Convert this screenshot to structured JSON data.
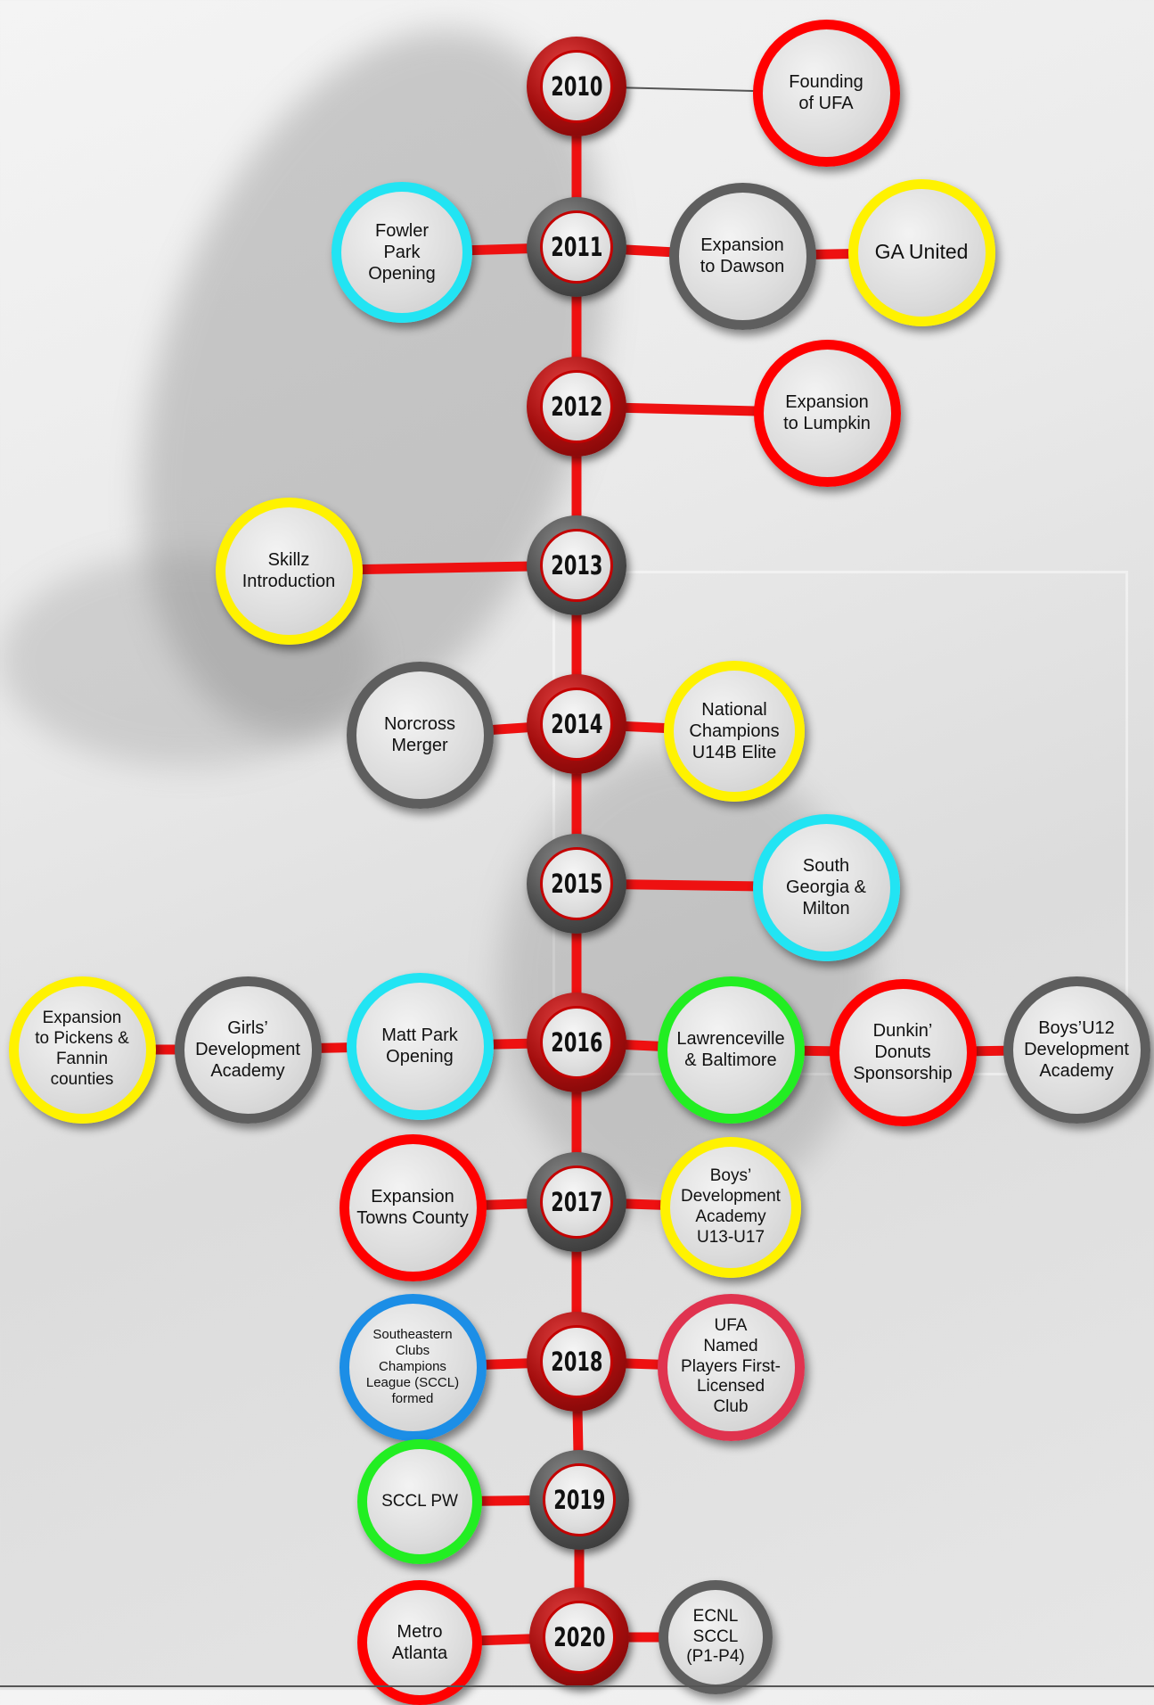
{
  "colors": {
    "red": "#ff0000",
    "gray": "#5e5e5e",
    "yellow": "#fff200",
    "cyan": "#22e4f3",
    "green": "#22ee22",
    "blue": "#1c8ee6",
    "pink": "#e0334f",
    "connector": "#ee1111",
    "thin_connector": "#555555"
  },
  "years": [
    {
      "label": "2010",
      "ring": "red"
    },
    {
      "label": "2011",
      "ring": "gray"
    },
    {
      "label": "2012",
      "ring": "red"
    },
    {
      "label": "2013",
      "ring": "gray"
    },
    {
      "label": "2014",
      "ring": "red"
    },
    {
      "label": "2015",
      "ring": "gray"
    },
    {
      "label": "2016",
      "ring": "red"
    },
    {
      "label": "2017",
      "ring": "gray"
    },
    {
      "label": "2018",
      "ring": "red"
    },
    {
      "label": "2019",
      "ring": "gray"
    },
    {
      "label": "2020",
      "ring": "red"
    }
  ],
  "events": [
    {
      "year": "2010",
      "side": "right",
      "slot": 1,
      "text": "Founding\nof UFA",
      "color": "red"
    },
    {
      "year": "2011",
      "side": "left",
      "slot": 1,
      "text": "Fowler\nPark\nOpening",
      "color": "cyan"
    },
    {
      "year": "2011",
      "side": "right",
      "slot": 1,
      "text": "Expansion\nto Dawson",
      "color": "gray"
    },
    {
      "year": "2011",
      "side": "right",
      "slot": 2,
      "text": "GA United",
      "color": "yellow"
    },
    {
      "year": "2012",
      "side": "right",
      "slot": 1,
      "text": "Expansion\nto Lumpkin",
      "color": "red"
    },
    {
      "year": "2013",
      "side": "left",
      "slot": 1,
      "text": "Skillz\nIntroduction",
      "color": "yellow"
    },
    {
      "year": "2014",
      "side": "left",
      "slot": 1,
      "text": "Norcross\nMerger",
      "color": "gray"
    },
    {
      "year": "2014",
      "side": "right",
      "slot": 1,
      "text": "National\nChampions\nU14B Elite",
      "color": "yellow"
    },
    {
      "year": "2015",
      "side": "right",
      "slot": 1,
      "text": "South\nGeorgia &\nMilton",
      "color": "cyan"
    },
    {
      "year": "2016",
      "side": "left",
      "slot": 1,
      "text": "Matt Park\nOpening",
      "color": "cyan"
    },
    {
      "year": "2016",
      "side": "left",
      "slot": 2,
      "text": "Girls’\nDevelopment\nAcademy",
      "color": "gray"
    },
    {
      "year": "2016",
      "side": "left",
      "slot": 3,
      "text": "Expansion\nto Pickens &\nFannin\ncounties",
      "color": "yellow"
    },
    {
      "year": "2016",
      "side": "right",
      "slot": 1,
      "text": "Lawrenceville\n& Baltimore",
      "color": "green"
    },
    {
      "year": "2016",
      "side": "right",
      "slot": 2,
      "text": "Dunkin’\nDonuts\nSponsorship",
      "color": "red"
    },
    {
      "year": "2016",
      "side": "right",
      "slot": 3,
      "text": "Boys’U12\nDevelopment\nAcademy",
      "color": "gray"
    },
    {
      "year": "2017",
      "side": "left",
      "slot": 1,
      "text": "Expansion\nTowns County",
      "color": "red"
    },
    {
      "year": "2017",
      "side": "right",
      "slot": 1,
      "text": "Boys’\nDevelopment\nAcademy\nU13-U17",
      "color": "yellow"
    },
    {
      "year": "2018",
      "side": "left",
      "slot": 1,
      "text": "Southeastern\nClubs\nChampions\nLeague (SCCL)\nformed",
      "color": "blue"
    },
    {
      "year": "2018",
      "side": "right",
      "slot": 1,
      "text": "UFA\nNamed\nPlayers First-\nLicensed\nClub",
      "color": "pink"
    },
    {
      "year": "2019",
      "side": "left",
      "slot": 1,
      "text": "SCCL PW",
      "color": "green"
    },
    {
      "year": "2020",
      "side": "left",
      "slot": 1,
      "text": "Metro\nAtlanta",
      "color": "red"
    },
    {
      "year": "2020",
      "side": "right",
      "slot": 1,
      "text": "ECNL\nSCCL\n(P1-P4)",
      "color": "gray"
    }
  ]
}
